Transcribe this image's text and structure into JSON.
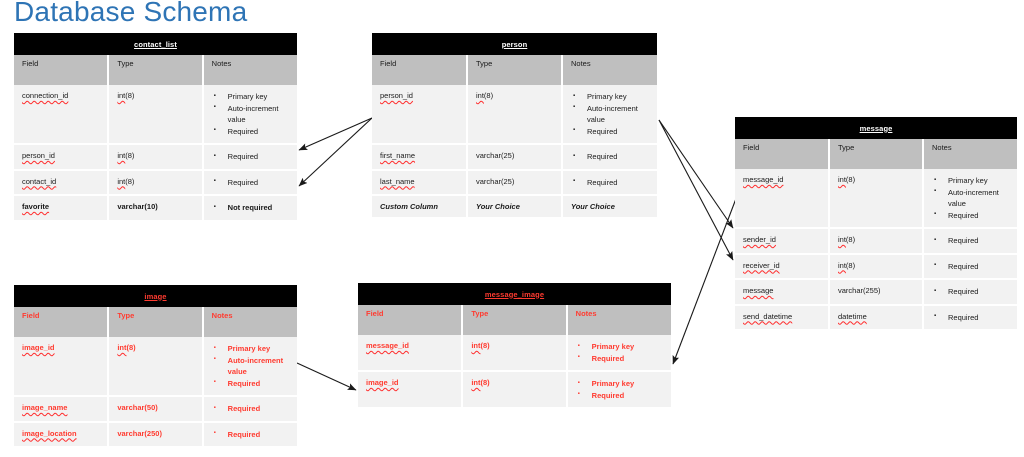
{
  "page": {
    "title": "Database Schema",
    "title_color": "#2e74b5"
  },
  "colors": {
    "header_bg": "#000000",
    "col_header_bg": "#bfbfbf",
    "row_bg": "#f2f2f2",
    "accent_red": "#ff3b30"
  },
  "column_headers": {
    "field": "Field",
    "type": "Type",
    "notes": "Notes"
  },
  "tables": [
    {
      "id": "contact_list",
      "name": "contact_list",
      "all_red": false,
      "rows": [
        {
          "field": "connection_id",
          "type": "int(8)",
          "notes": [
            "Primary key",
            "Auto-increment value",
            "Required"
          ],
          "style": "normal"
        },
        {
          "field": "person_id",
          "type": "int(8)",
          "notes": [
            "Required"
          ],
          "style": "normal"
        },
        {
          "field": "contact_id",
          "type": "int(8)",
          "notes": [
            "Required"
          ],
          "style": "normal"
        },
        {
          "field": "favorite",
          "type": "varchar(10)",
          "notes": [
            "Not required"
          ],
          "style": "red"
        }
      ]
    },
    {
      "id": "person",
      "name": "person",
      "all_red": false,
      "rows": [
        {
          "field": "person_id",
          "type": "int(8)",
          "notes": [
            "Primary key",
            "Auto-increment value",
            "Required"
          ],
          "style": "normal"
        },
        {
          "field": "first_name",
          "type": "varchar(25)",
          "notes": [
            "Required"
          ],
          "style": "normal"
        },
        {
          "field": "last_name",
          "type": "varchar(25)",
          "notes": [
            "Required"
          ],
          "style": "normal"
        },
        {
          "field": "Custom Column",
          "type": "Your Choice",
          "notes": [
            "Your Choice"
          ],
          "style": "italic-red",
          "no_bullet": true
        }
      ]
    },
    {
      "id": "message",
      "name": "message",
      "all_red": false,
      "rows": [
        {
          "field": "message_id",
          "type": "int(8)",
          "notes": [
            "Primary key",
            "Auto-increment value",
            "Required"
          ],
          "style": "normal"
        },
        {
          "field": "sender_id",
          "type": "int(8)",
          "notes": [
            "Required"
          ],
          "style": "normal"
        },
        {
          "field": "receiver_id",
          "type": "int(8)",
          "notes": [
            "Required"
          ],
          "style": "normal"
        },
        {
          "field": "message",
          "type": "varchar(255)",
          "notes": [
            "Required"
          ],
          "style": "normal"
        },
        {
          "field": "send_datetime",
          "type": "datetime",
          "notes": [
            "Required"
          ],
          "style": "normal"
        }
      ]
    },
    {
      "id": "image",
      "name": "image",
      "all_red": true,
      "rows": [
        {
          "field": "image_id",
          "type": "int(8)",
          "notes": [
            "Primary key",
            "Auto-increment value",
            "Required"
          ],
          "style": "normal"
        },
        {
          "field": "image_name",
          "type": "varchar(50)",
          "notes": [
            "Required"
          ],
          "style": "normal"
        },
        {
          "field": "image_location",
          "type": "varchar(250)",
          "notes": [
            "Required"
          ],
          "style": "normal"
        }
      ]
    },
    {
      "id": "message_image",
      "name": "message_image",
      "all_red": true,
      "rows": [
        {
          "field": "message_id",
          "type": "int(8)",
          "notes": [
            "Primary key",
            "Required"
          ],
          "style": "normal"
        },
        {
          "field": "image_id",
          "type": "int(8)",
          "notes": [
            "Primary key",
            "Required"
          ],
          "style": "normal"
        }
      ]
    }
  ],
  "relationships": [
    {
      "from": "person.person_id",
      "to": "contact_list.person_id"
    },
    {
      "from": "person.person_id",
      "to": "contact_list.contact_id"
    },
    {
      "from": "person.person_id",
      "to": "message.sender_id"
    },
    {
      "from": "person.person_id",
      "to": "message.receiver_id"
    },
    {
      "from": "message.message_id",
      "to": "message_image.message_id"
    },
    {
      "from": "image.image_id",
      "to": "message_image.image_id"
    }
  ]
}
